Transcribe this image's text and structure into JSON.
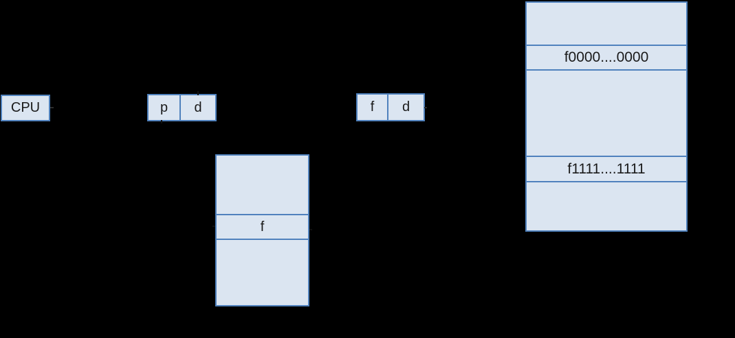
{
  "diagram": {
    "background": "#000000",
    "box_fill": "#dbe5f1",
    "box_border": "#4f81bd",
    "text_color": "#1a1a1a"
  },
  "cpu": {
    "label": "CPU"
  },
  "logical_address": {
    "p_label": "p",
    "d_label": "d"
  },
  "physical_address": {
    "f_label": "f",
    "d_label": "d"
  },
  "page_table": {
    "rows": [
      {
        "label": ""
      },
      {
        "label": "f"
      },
      {
        "label": ""
      }
    ]
  },
  "physical_memory": {
    "rows": [
      {
        "label": ""
      },
      {
        "label": "f0000....0000"
      },
      {
        "label": ""
      },
      {
        "label": "f1111....1111"
      },
      {
        "label": ""
      }
    ]
  }
}
